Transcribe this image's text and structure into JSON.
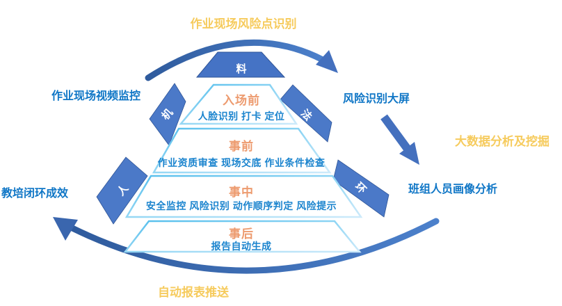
{
  "colors": {
    "solid_block_blue": "#4573C5",
    "block_edge_blue": "#2F5597",
    "arrow_blue_dark": "#2F5B9D",
    "arrow_blue_light": "#4C80CB",
    "level_edge_cyan": "#54BEEC",
    "level_edge_cyan_light": "#CDEAFA",
    "outer_label_blue": "#0F76C6",
    "gold_label": "#F6CB5D",
    "level_title_orange": "#ED9B6F",
    "level_detail_blue": "#1B84CE"
  },
  "outer_labels": {
    "top": "作业现场风险点识别",
    "left_upper": "作业现场视频监控",
    "left_lower": "教培闭环成效",
    "right_upper": "风险识别大屏",
    "right_mid": "大数据分析及挖掘",
    "right_lower": "班组人员画像分析",
    "bottom": "自动报表推送"
  },
  "pyramid": {
    "apex": "料",
    "sides": [
      {
        "label": "机",
        "position": "upper-left"
      },
      {
        "label": "法",
        "position": "upper-right"
      },
      {
        "label": "人",
        "position": "lower-left"
      },
      {
        "label": "环",
        "position": "lower-right"
      }
    ],
    "levels": [
      {
        "title": "入场前",
        "detail": "人脸识别 打卡 定位"
      },
      {
        "title": "事前",
        "detail": "作业资质审查 现场交底 作业条件检查"
      },
      {
        "title": "事中",
        "detail": "安全监控 风险识别 动作顺序判定 风险提示"
      },
      {
        "title": "事后",
        "detail": "报告自动生成"
      }
    ]
  }
}
